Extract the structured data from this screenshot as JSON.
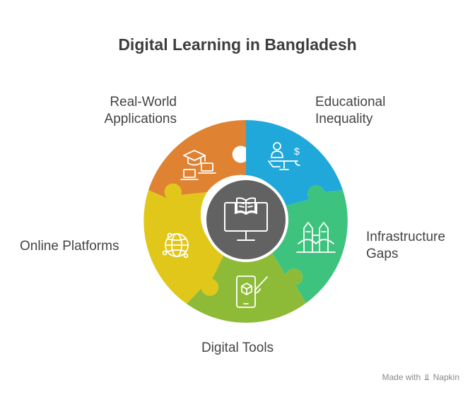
{
  "title": "Digital Learning in Bangladesh",
  "segments": [
    {
      "id": "real-world",
      "lines": [
        "Real-World",
        "Applications"
      ],
      "color": "#DF8232",
      "icon": "graduation-laptop-icon"
    },
    {
      "id": "educational",
      "lines": [
        "Educational",
        "Inequality"
      ],
      "color": "#21A8DA",
      "icon": "scales-dollar-icon"
    },
    {
      "id": "infrastructure",
      "lines": [
        "Infrastructure",
        "Gaps"
      ],
      "color": "#3DC37E",
      "icon": "bridge-icon"
    },
    {
      "id": "digital-tools",
      "lines": [
        "Digital Tools"
      ],
      "color": "#8EBB37",
      "icon": "phone-brush-icon"
    },
    {
      "id": "online-platforms",
      "lines": [
        "Online Platforms"
      ],
      "color": "#E0C719",
      "icon": "globe-network-icon"
    }
  ],
  "center": {
    "color": "#626262",
    "icon": "monitor-book-icon"
  },
  "credit": {
    "made_with": "Made with",
    "brand": "Napkin"
  }
}
